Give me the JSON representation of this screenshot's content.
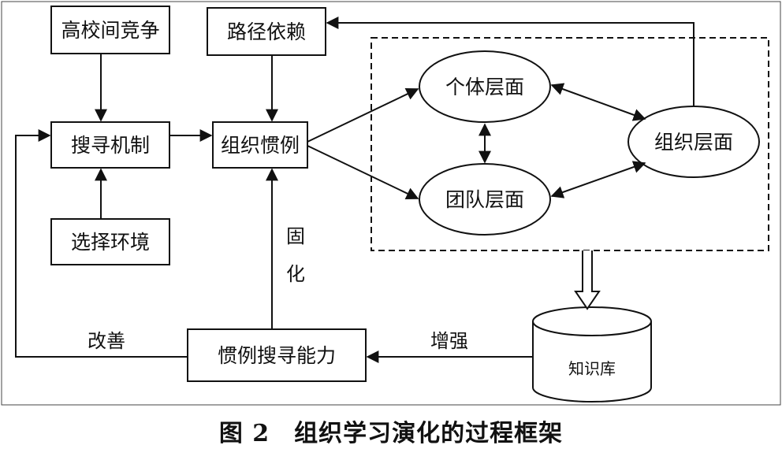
{
  "nodes": {
    "competition": "高校间竞争",
    "path_dependence": "路径依赖",
    "search_mechanism": "搜寻机制",
    "org_routine": "组织惯例",
    "select_env": "选择环境",
    "routine_search": "惯例搜寻能力",
    "individual": "个体层面",
    "team": "团队层面",
    "organization": "组织层面",
    "knowledge_base": "知识库"
  },
  "edge_labels": {
    "solidify": "固化",
    "improve": "改善",
    "enhance": "增强"
  },
  "caption": "图 2　组织学习演化的过程框架"
}
